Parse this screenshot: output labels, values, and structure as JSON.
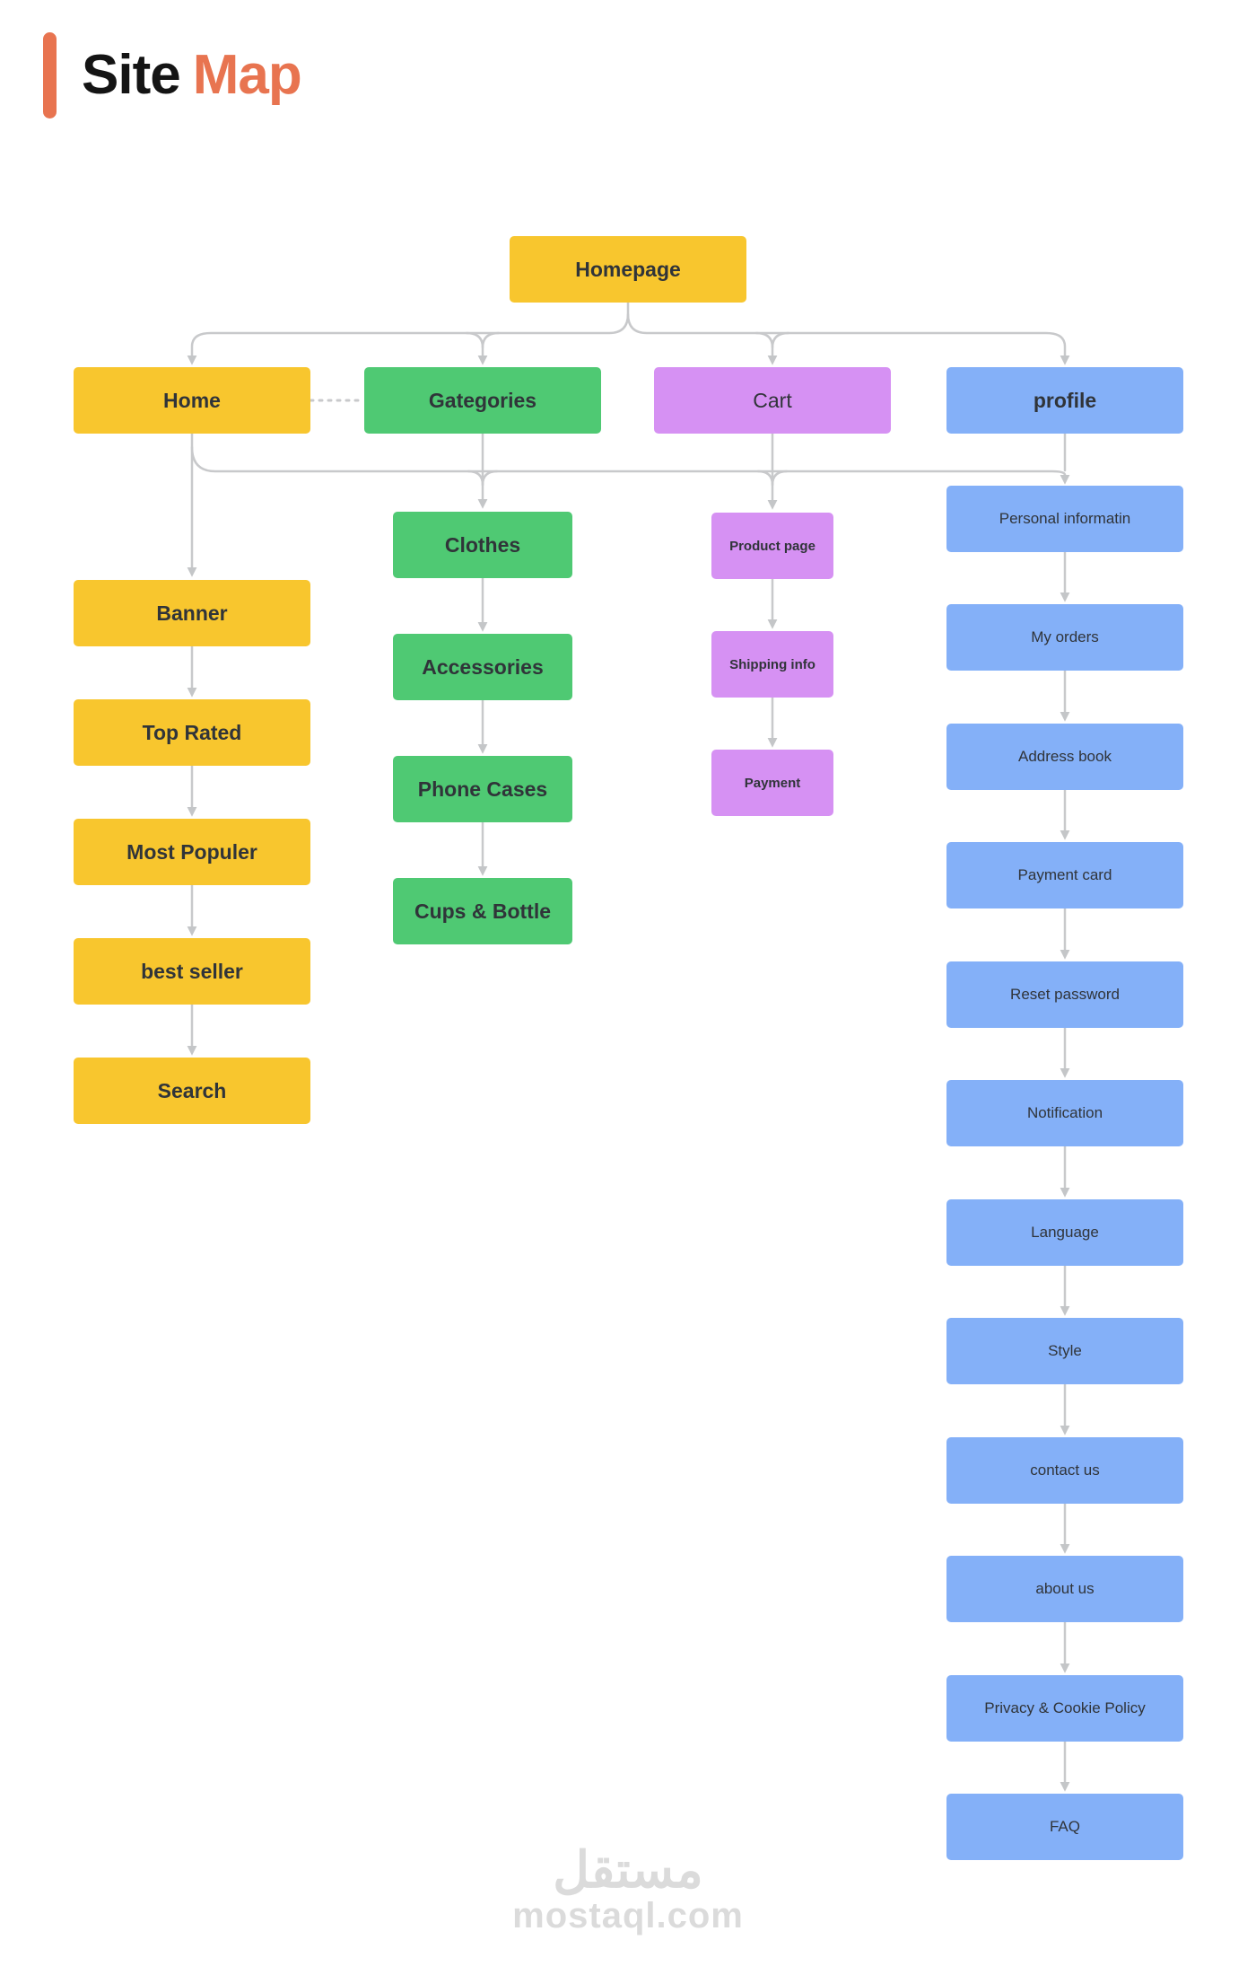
{
  "title": {
    "black": "Site",
    "accent": "Map"
  },
  "colors": {
    "accent_orange": "#E87450",
    "yellow": "#F8C62E",
    "green": "#4FC973",
    "purple": "#D691F3",
    "blue": "#84B0F8",
    "connector_gray": "#C8C9CB",
    "label_text": "#303439",
    "watermark_gray": "#DBDBDB"
  },
  "nodes": {
    "homepage": "Homepage",
    "home": {
      "label": "Home",
      "children": [
        "Banner",
        "Top Rated",
        "Most Populer",
        "best seller",
        "Search"
      ]
    },
    "categories": {
      "label": "Gategories",
      "children": [
        "Clothes",
        "Accessories",
        "Phone Cases",
        "Cups & Bottle"
      ]
    },
    "cart": {
      "label": "Cart",
      "children": [
        "Product page",
        "Shipping info",
        "Payment"
      ]
    },
    "profile": {
      "label": "profile",
      "children": [
        "Personal informatin",
        "My orders",
        "Address book",
        "Payment card",
        "Reset password",
        "Notification",
        "Language",
        "Style",
        "contact us",
        "about us",
        "Privacy & Cookie Policy",
        "FAQ"
      ]
    }
  },
  "watermark": {
    "logo": "مستقل",
    "domain": "mostaql.com"
  }
}
